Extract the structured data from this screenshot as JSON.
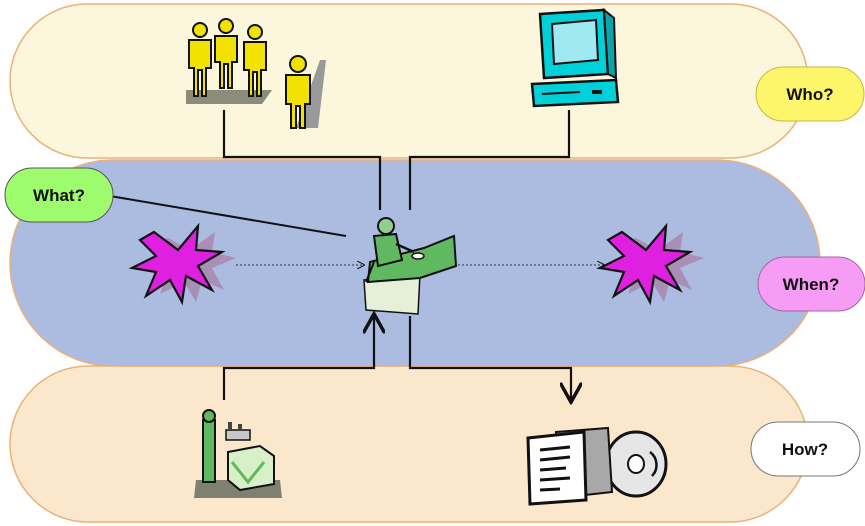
{
  "labels": {
    "who": "Who?",
    "what": "What?",
    "when": "When?",
    "how": "How?"
  },
  "colors": {
    "who_band": "#FBF6DC",
    "when_band": "#ABBCE0",
    "how_band": "#FBE7CC",
    "band_stroke": "#E8B27A",
    "who_bubble": "#FDF56A",
    "what_bubble": "#9FFB6E",
    "when_bubble": "#F79CF4",
    "how_bubble": "#FFFFFF",
    "event_star": "#E020E0"
  },
  "icons": {
    "people": "people-group-icon",
    "computer": "computer-icon",
    "worker": "desk-worker-icon",
    "start_event": "event-burst-icon",
    "end_event": "event-burst-icon",
    "supplier": "supplier-factory-icon",
    "output": "documents-disc-icon"
  }
}
